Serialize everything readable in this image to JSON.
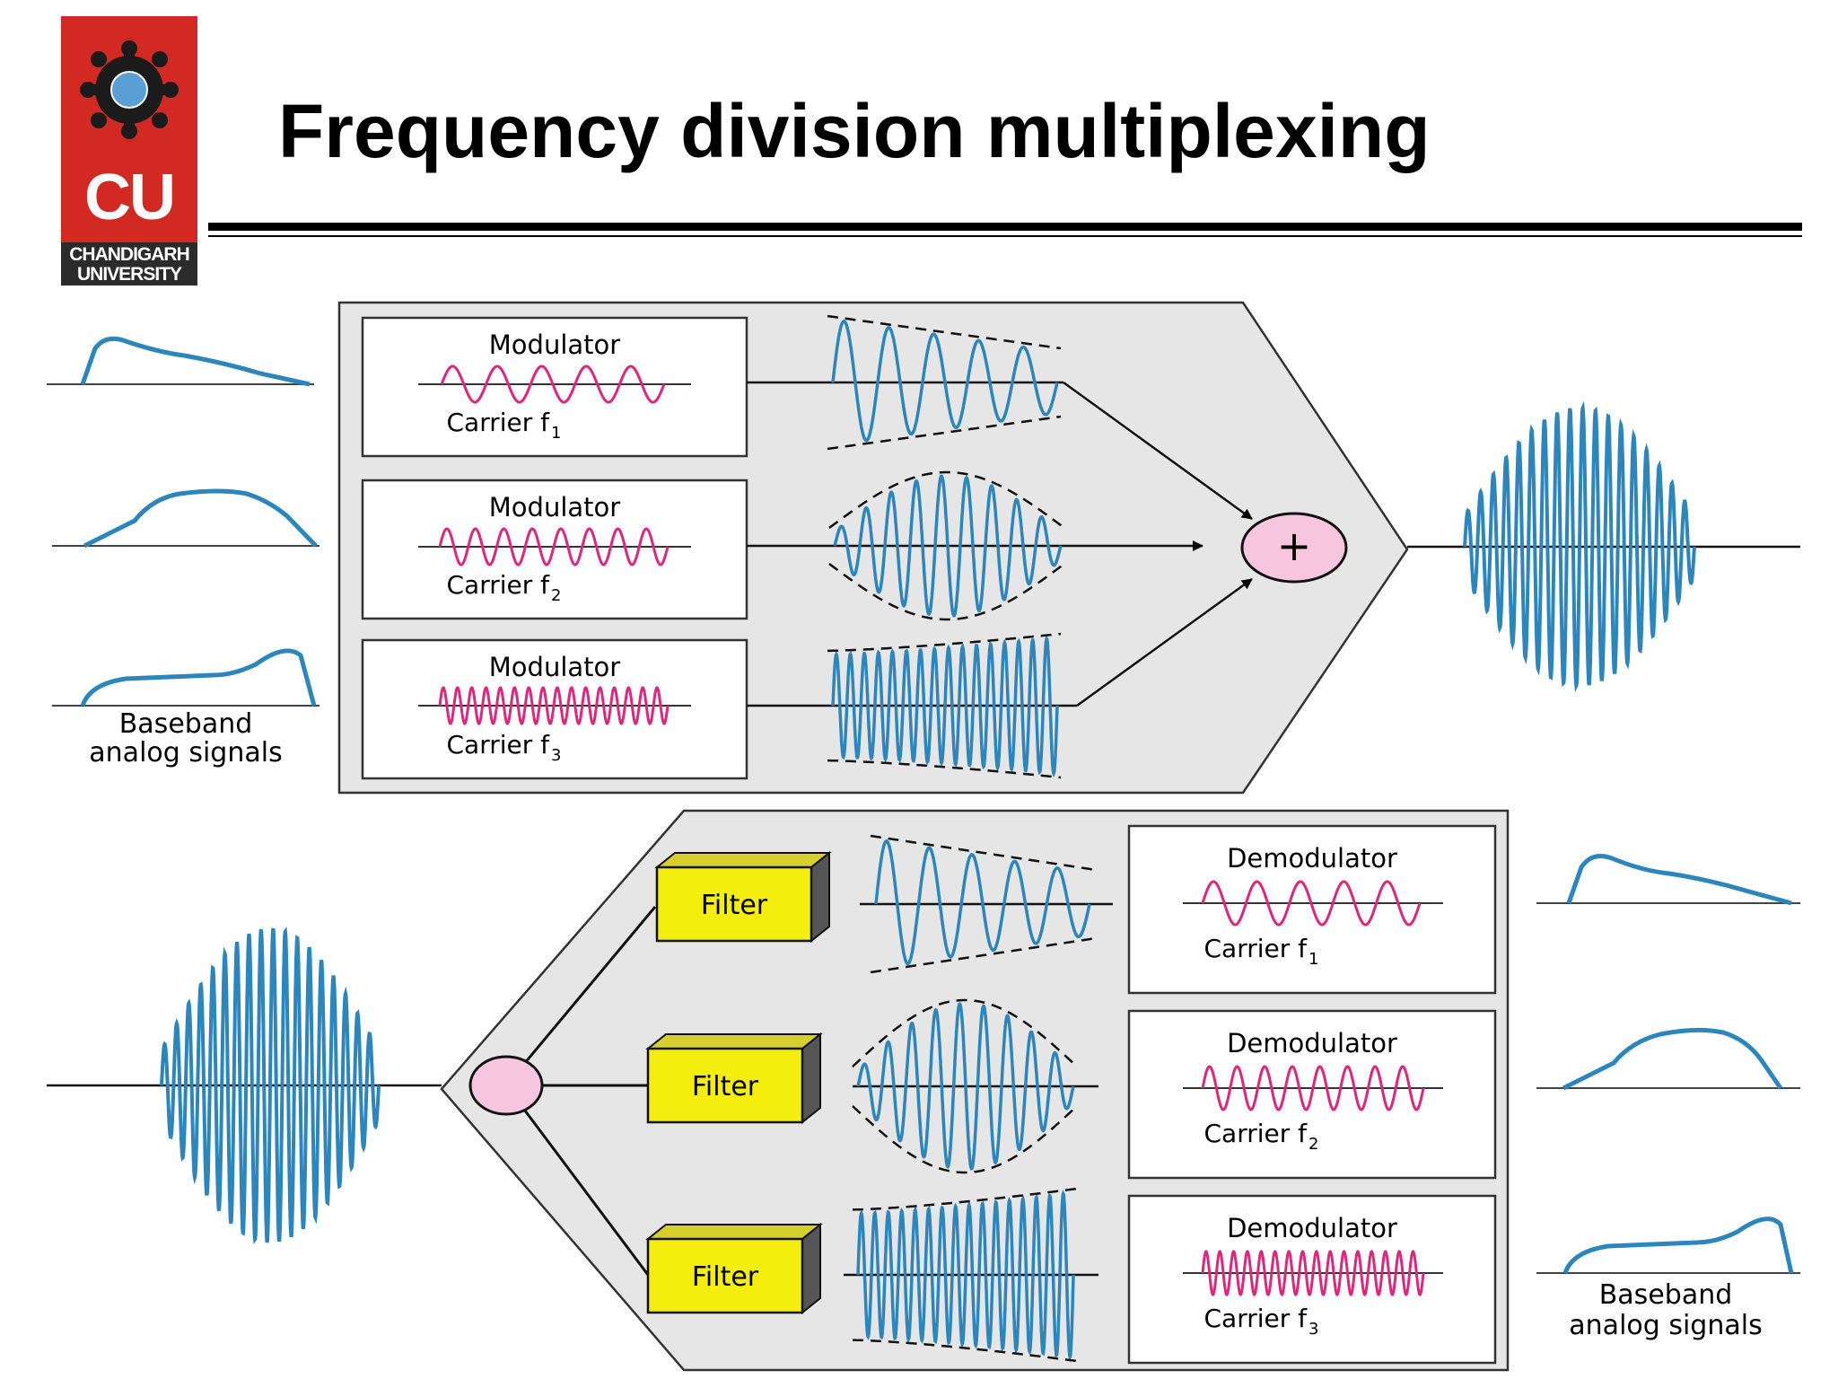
{
  "slide": {
    "title": "Frequency division multiplexing"
  },
  "logo": {
    "initials": "CU",
    "name_line1": "CHANDIGARH",
    "name_line2": "UNIVERSITY"
  },
  "multiplexer": {
    "channels": [
      {
        "block": "Modulator",
        "carrier": "Carrier f",
        "index": "1"
      },
      {
        "block": "Modulator",
        "carrier": "Carrier f",
        "index": "2"
      },
      {
        "block": "Modulator",
        "carrier": "Carrier f",
        "index": "3"
      }
    ],
    "combiner_symbol": "+",
    "input_label_line1": "Baseband",
    "input_label_line2": "analog signals"
  },
  "demultiplexer": {
    "filter_label": "Filter",
    "channels": [
      {
        "block": "Demodulator",
        "carrier": "Carrier f",
        "index": "1"
      },
      {
        "block": "Demodulator",
        "carrier": "Carrier f",
        "index": "2"
      },
      {
        "block": "Demodulator",
        "carrier": "Carrier f",
        "index": "3"
      }
    ],
    "output_label_line1": "Baseband",
    "output_label_line2": "analog signals"
  },
  "colors": {
    "wave": "#2b86bd",
    "carrier": "#e0257c",
    "panel": "#e6e6e6",
    "filter": "#f4ee0f",
    "node": "#f5c6dd",
    "logo_red": "#d22a22"
  }
}
